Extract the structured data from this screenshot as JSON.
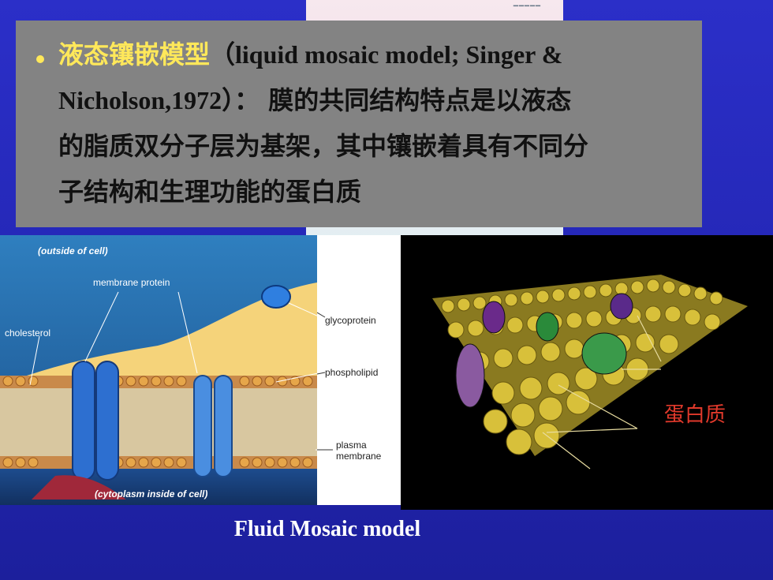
{
  "slide": {
    "title_cn": "液态镶嵌模型",
    "title_en": "（liquid mosaic  model; Singer &",
    "line2_en": "Nicholson,1972）：",
    "line2_cn": " 膜的共同结构特点是以液态",
    "line3": "的脂质双分子层为基架，其中镶嵌着具有不同分",
    "line4": "子结构和生理功能的蛋白质",
    "caption": "Fluid Mosaic model"
  },
  "left_figure": {
    "outside_label": "(outside of cell)",
    "membrane_protein": "membrane protein",
    "cholesterol": "cholesterol",
    "glycoprotein": "glycoprotein",
    "phospholipid": "phospholipid",
    "plasma_membrane_1": "plasma",
    "plasma_membrane_2": "membrane",
    "inside_label": "(cytoplasm inside of cell)"
  },
  "right_figure": {
    "protein_label": "蛋白质"
  },
  "colors": {
    "background": "#2326b4",
    "title_highlight": "#ffe85a",
    "textbox": "#838383",
    "protein_label": "#e0392b"
  }
}
